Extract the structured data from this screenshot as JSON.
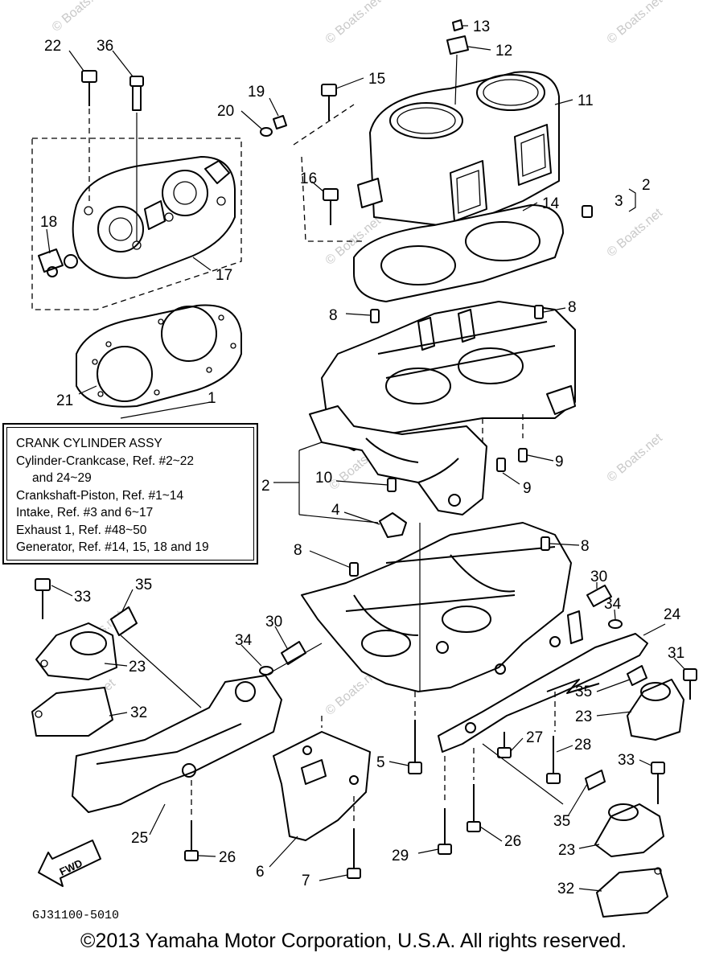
{
  "diagram_code": "GJ31100-5010",
  "copyright": "©2013 Yamaha Motor Corporation, U.S.A. All rights reserved.",
  "watermark": "© Boats.net",
  "fwd_label": "FWD",
  "assy_box": {
    "lines": [
      "CRANK CYLINDER ASSY",
      "Cylinder-Crankcase, Ref. #2~22",
      "and 24~29",
      "Crankshaft-Piston, Ref. #1~14",
      "Intake, Ref. #3 and 6~17",
      "Exhaust 1, Ref. #48~50",
      "Generator, Ref. #14, 15, 18 and 19"
    ]
  },
  "callouts": {
    "c22": "22",
    "c36": "36",
    "c13": "13",
    "c12": "12",
    "c15": "15",
    "c19": "19",
    "c20": "20",
    "c11": "11",
    "c16": "16",
    "c14": "14",
    "c3": "3",
    "c2a": "2",
    "c18": "18",
    "c17": "17",
    "c8a": "8",
    "c8b": "8",
    "c21": "21",
    "c1": "1",
    "c9a": "9",
    "c9b": "9",
    "c10": "10",
    "c2b": "2",
    "c4": "4",
    "c8c": "8",
    "c8d": "8",
    "c33a": "33",
    "c35a": "35",
    "c30a": "30",
    "c30b": "30",
    "c34a": "34",
    "c34b": "34",
    "c24": "24",
    "c23a": "23",
    "c31": "31",
    "c32a": "32",
    "c35b": "35",
    "c23b": "23",
    "c27": "27",
    "c28": "28",
    "c5": "5",
    "c33b": "33",
    "c25": "25",
    "c35c": "35",
    "c26a": "26",
    "c29": "29",
    "c26b": "26",
    "c23c": "23",
    "c6": "6",
    "c7": "7",
    "c32b": "32"
  }
}
